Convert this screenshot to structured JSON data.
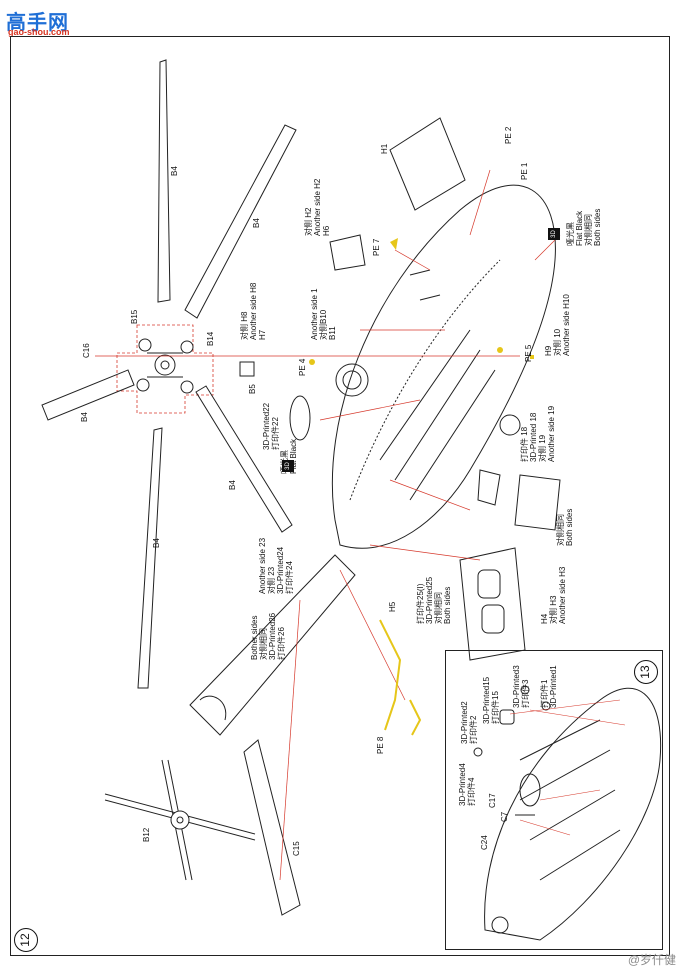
{
  "site_logo": {
    "main": "高手网",
    "sub": "gao-shou.com"
  },
  "watermark": "@岁仟健",
  "steps": {
    "main": "12",
    "inset": "13"
  },
  "colors": {
    "leader_red": "#d6392c",
    "part_yellow": "#e6c619",
    "highlight_teal": "#3aa6a0"
  },
  "labels": {
    "B4_1": "B4",
    "B4_2": "B4",
    "B4_3": "B4",
    "B4_4": "B4",
    "B4_5": "B4",
    "B15": "B15",
    "B14": "B14",
    "C16": "C16",
    "B5": "B5",
    "B12": "B12",
    "C15": "C15",
    "H1": "H1",
    "PE2": "PE 2",
    "PE1": "PE 1",
    "H2": "对侧 H2\nAnother side H2\nH6",
    "PE7": "PE 7",
    "H10": "H9\n对侧 10\nAnother side H10",
    "B11": "Another side 1\n对侧B10\nB11",
    "H8": "对侧 H8\nAnother side H8\nH7",
    "PE4": "PE 4",
    "PE5": "PE 5",
    "flat_black_1": "哑光黑\nFlat Black\n对侧相同\nBoth sides",
    "flat_black_2": "哑光黑\nFlat Black",
    "p22": "3D-Printed22\n打印件22",
    "p18": "打印件 18\n3D-Printed 18\n对侧 19\nAnother side 19",
    "both_sides_1": "对侧相同\nBoth sides",
    "H4": "H4\n对侧 H3\nAnother side H3",
    "p25": "打印件25(I)\n3D-Printed25\n对侧相同\nBoth sides",
    "H5": "H5",
    "p23": "Another side 23\n对侧 23\n3D-Printed24\n打印件24",
    "p26": "Bother sides\n对侧相同\n3D-Printed26\n打印件26",
    "PE8": "PE 8",
    "p15": "3D-Printed15\n打印件15",
    "p2": "3D-Printed2\n打印件2",
    "p3": "3D-Printed3\n打印件3",
    "p1": "打印件1\n3D-Printed1",
    "p4": "3D-Printed4\n打印件4",
    "C17": "C17",
    "C7": "C7",
    "C24": "C24"
  },
  "badges": {
    "b1": "3D",
    "b2": "3D"
  }
}
